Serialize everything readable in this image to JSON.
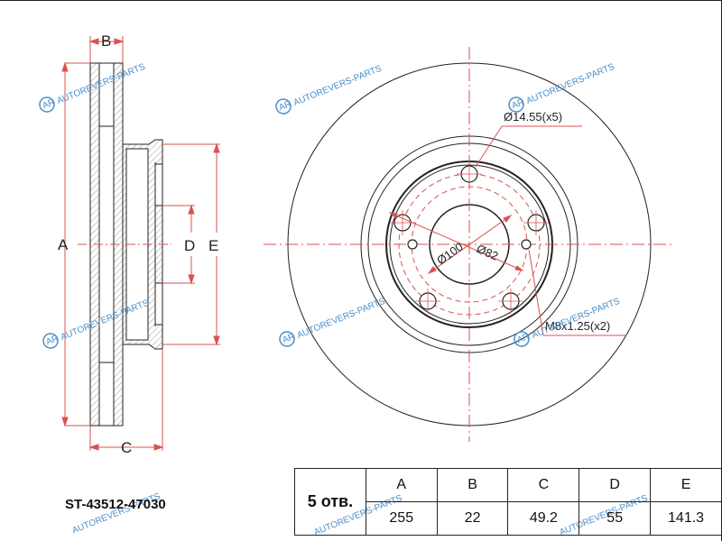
{
  "drawing": {
    "dimension_labels": {
      "A": "A",
      "B": "B",
      "C": "C",
      "D": "D",
      "E": "E"
    },
    "callouts": {
      "bolt_holes": "Ø14.55(x5)",
      "pcd": "Ø100",
      "center_bore": "Ø82",
      "threads": "M8x1.25(x2)"
    },
    "watermark": "AUTOREVERS-PARTS",
    "watermark_logo": "AR"
  },
  "part_number": "ST-43512-47030",
  "spec_table": {
    "quantity_label": "5 отв.",
    "columns": [
      "A",
      "B",
      "C",
      "D",
      "E"
    ],
    "values": [
      "255",
      "22",
      "49.2",
      "55",
      "141.3"
    ]
  },
  "colors": {
    "line": "#222222",
    "dimension": "#d9534f",
    "watermark": "#4a8fc9"
  }
}
